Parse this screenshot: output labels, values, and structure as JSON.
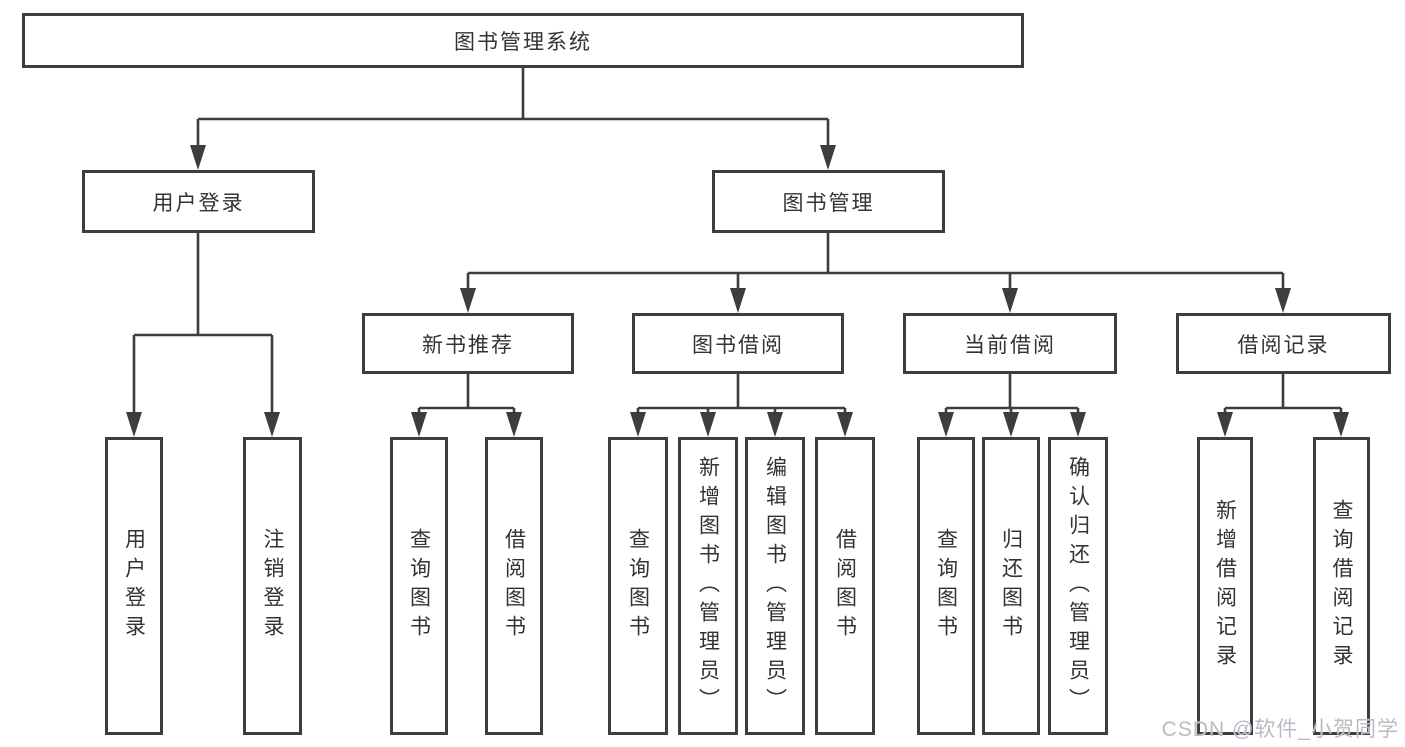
{
  "diagram": {
    "root": {
      "label": "图书管理系统"
    },
    "level2": [
      {
        "label": "用户登录"
      },
      {
        "label": "图书管理"
      }
    ],
    "level3": [
      {
        "label": "新书推荐"
      },
      {
        "label": "图书借阅"
      },
      {
        "label": "当前借阅"
      },
      {
        "label": "借阅记录"
      }
    ],
    "leaves": {
      "user_login": [
        "用户登录",
        "注销登录"
      ],
      "new_book_recommend": [
        "查询图书",
        "借阅图书"
      ],
      "book_borrow": [
        "查询图书",
        "新增图书（管理员）",
        "编辑图书（管理员）",
        "借阅图书"
      ],
      "current_borrow": [
        "查询图书",
        "归还图书",
        "确认归还（管理员）"
      ],
      "borrow_record": [
        "新增借阅记录",
        "查询借阅记录"
      ]
    }
  },
  "watermark": {
    "text": "CSDN @软件_小贺同学"
  },
  "style": {
    "line_color": "#3d3d3d",
    "text_color": "#333333",
    "watermark_color": "#b7bcc3",
    "background": "#ffffff"
  }
}
